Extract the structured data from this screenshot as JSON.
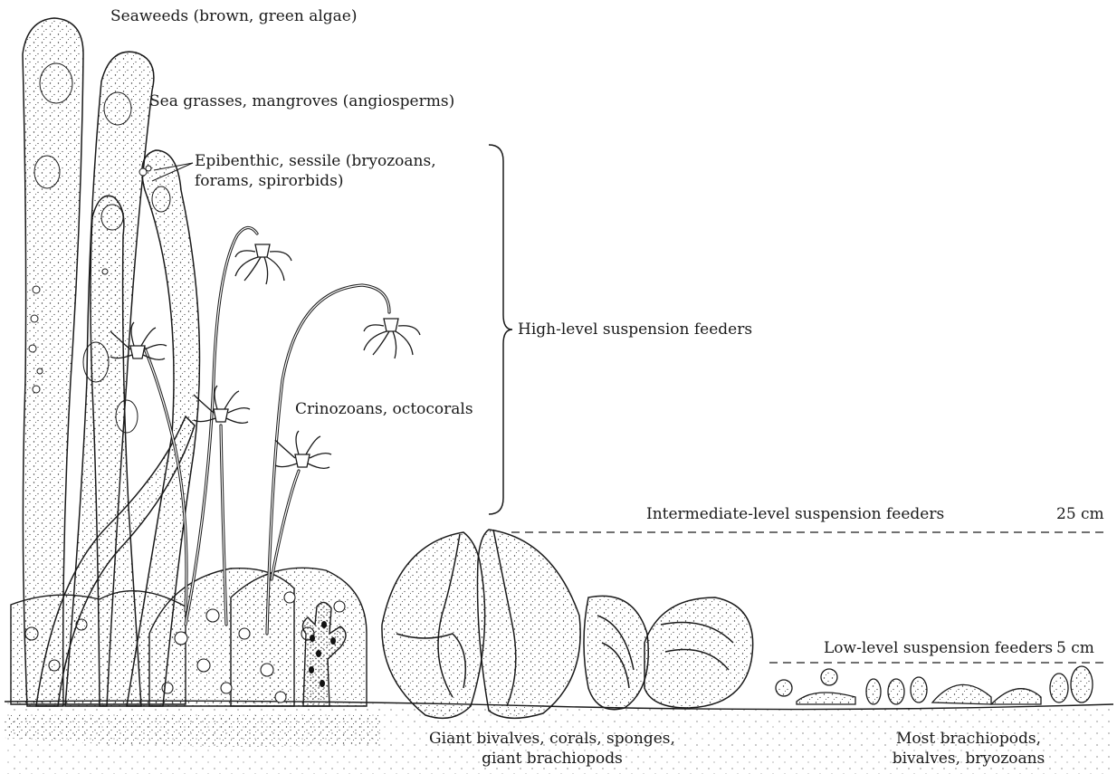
{
  "labels": {
    "seaweeds": "Seaweeds (brown, green algae)",
    "seagrasses": "Sea grasses, mangroves (angiosperms)",
    "epibenthic_line1": "Epibenthic, sessile (bryozoans,",
    "epibenthic_line2": "forams, spirorbids)",
    "high_level": "High-level suspension feeders",
    "crinozoans": "Crinozoans, octocorals",
    "intermediate_level": "Intermediate-level suspension feeders",
    "intermediate_height": "25 cm",
    "low_level": "Low-level suspension feeders",
    "low_height": "5 cm",
    "giant_line1": "Giant bivalves, corals, sponges,",
    "giant_line2": "giant brachiopods",
    "most_line1": "Most brachiopods,",
    "most_line2": "bivalves, bryozoans"
  },
  "colors": {
    "ink": "#1a1a1a",
    "background": "#ffffff"
  }
}
